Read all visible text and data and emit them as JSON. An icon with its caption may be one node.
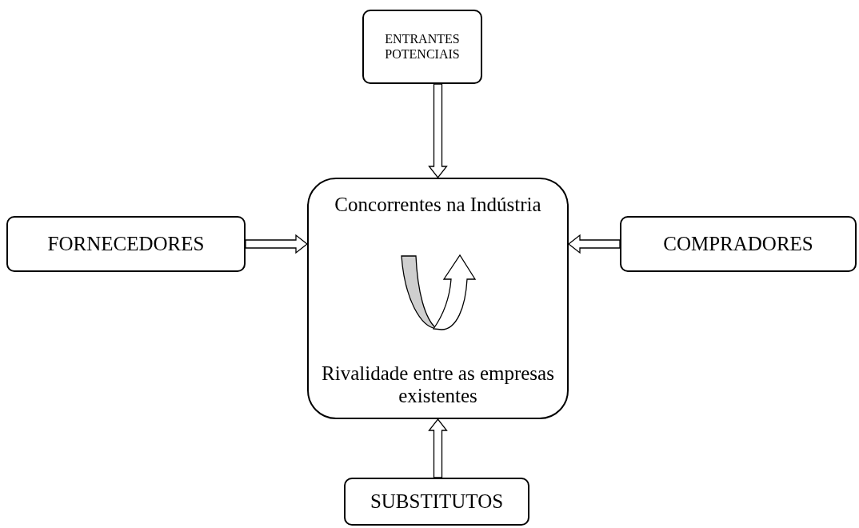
{
  "diagram": {
    "nodes": [
      {
        "text": [
          "ENTRANTES POTENCIAIS"
        ]
      },
      {
        "text": [
          "FORNECEDORES"
        ]
      },
      {
        "text": [
          "Concorrentes na Indústria",
          "Rivalidade entre as empresas existentes"
        ]
      },
      {
        "text": [
          "COMPRADORES"
        ]
      },
      {
        "text": [
          "SUBSTITUTOS"
        ]
      }
    ],
    "edges": [
      {
        "from": 0,
        "to": 2,
        "arrow": "to"
      },
      {
        "from": 1,
        "to": 2,
        "arrow": "to"
      },
      {
        "from": 3,
        "to": 2,
        "arrow": "to"
      },
      {
        "from": 4,
        "to": 2,
        "arrow": "to"
      }
    ]
  }
}
